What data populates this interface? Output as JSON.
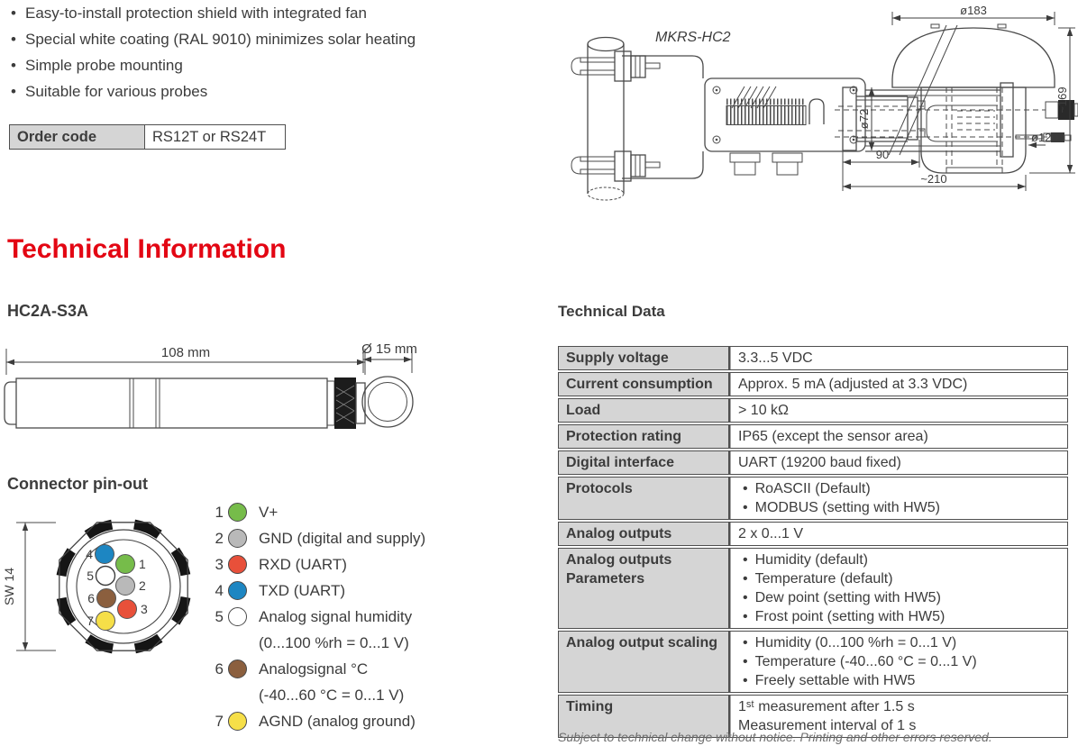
{
  "features": [
    "Easy-to-install protection shield with integrated fan",
    "Special white coating (RAL 9010) minimizes solar heating",
    "Simple probe mounting",
    "Suitable for various probes"
  ],
  "order_code": {
    "label": "Order code",
    "value": "RS12T or RS24T"
  },
  "shield_drawing": {
    "model": "MKRS-HC2",
    "dim_top_diameter": "ø183",
    "dim_height": "~169",
    "dim_tube_diameter": "ø72",
    "dim_tube_length": "90",
    "dim_total_width": "~210",
    "dim_body_diameter": "ø120"
  },
  "section_title": "Technical Information",
  "probe": {
    "title": "HC2A-S3A",
    "dim_length": "108 mm",
    "dim_diameter": "Ø 15 mm"
  },
  "connector": {
    "title": "Connector pin-out",
    "dim_wrench": "SW 14",
    "pins": [
      {
        "num": "1",
        "color": "#76bc4a",
        "label": "V+"
      },
      {
        "num": "2",
        "color": "#b9b9b9",
        "label": "GND (digital and supply)"
      },
      {
        "num": "3",
        "color": "#e8503a",
        "label": "RXD (UART)"
      },
      {
        "num": "4",
        "color": "#1d86c2",
        "label": "TXD (UART)"
      },
      {
        "num": "5",
        "color": "#ffffff",
        "label": "Analog signal humidity",
        "sub": "(0...100 %rh = 0...1 V)"
      },
      {
        "num": "6",
        "color": "#8b5f3e",
        "label": "Analogsignal °C",
        "sub": "(-40...60 °C = 0...1 V)"
      },
      {
        "num": "7",
        "color": "#f6df48",
        "label": "AGND (analog ground)"
      }
    ]
  },
  "technical": {
    "title": "Technical Data",
    "rows": [
      {
        "label": "Supply voltage",
        "bullets": false,
        "lines": [
          "3.3...5 VDC"
        ]
      },
      {
        "label": "Current consumption",
        "bullets": false,
        "lines": [
          "Approx. 5 mA (adjusted at 3.3 VDC)"
        ]
      },
      {
        "label": "Load",
        "bullets": false,
        "lines": [
          "> 10 kΩ"
        ]
      },
      {
        "label": "Protection rating",
        "bullets": false,
        "lines": [
          "IP65 (except the sensor area)"
        ]
      },
      {
        "label": "Digital interface",
        "bullets": false,
        "lines": [
          "UART (19200 baud fixed)"
        ]
      },
      {
        "label": "Protocols",
        "bullets": true,
        "lines": [
          "RoASCII (Default)",
          "MODBUS (setting with HW5)"
        ]
      },
      {
        "label": "Analog outputs",
        "bullets": false,
        "lines": [
          "2 x 0...1 V"
        ]
      },
      {
        "label": "Analog outputs Parameters",
        "bullets": true,
        "lines": [
          "Humidity (default)",
          "Temperature (default)",
          "Dew point (setting with HW5)",
          "Frost point (setting with HW5)"
        ]
      },
      {
        "label": "Analog output scaling",
        "bullets": true,
        "lines": [
          "Humidity (0...100 %rh = 0...1 V)",
          "Temperature (-40...60 °C = 0...1 V)",
          "Freely settable with HW5"
        ]
      },
      {
        "label": "Timing",
        "bullets": false,
        "lines": [
          "1ˢᵗ measurement after 1.5 s",
          "Measurement interval of 1 s"
        ]
      }
    ],
    "footnote": "Subject to technical change without notice. Printing and other errors reserved."
  }
}
